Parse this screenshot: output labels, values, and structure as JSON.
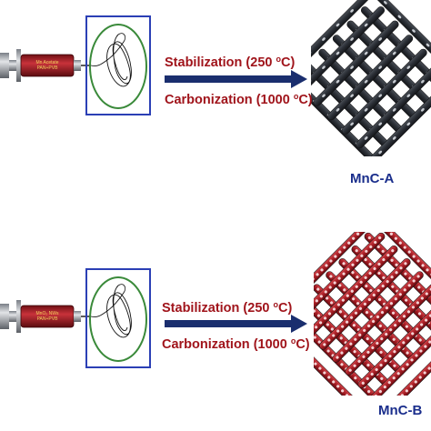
{
  "colors": {
    "step_text": "#a0141b",
    "arrow": "#1a2e6e",
    "product_text": "#1a2e8c",
    "frame": "#2b3fb5",
    "spinner_circle": "#3a8a3a",
    "syringe_body": "#b3262b",
    "carbon_a": "#2d3138",
    "carbon_b": "#b3232a"
  },
  "rows": [
    {
      "id": "A",
      "syringe_label_line1": "Mn Acetate",
      "syringe_label_line2": "PAN+PVB",
      "stabilization": {
        "text": "Stabilization (250 ",
        "sup": "o",
        "unit": "C)"
      },
      "carbonization": {
        "text": "Carbonization (1000 ",
        "sup": "o",
        "unit": "C)"
      },
      "product": "MnC-A"
    },
    {
      "id": "B",
      "syringe_label_line1": "MnO₂ NWs",
      "syringe_label_line2": "PAN+PVB",
      "stabilization": {
        "text": "Stabilization (250 ",
        "sup": "o",
        "unit": "C)"
      },
      "carbonization": {
        "text": "Carbonization (1000 ",
        "sup": "o",
        "unit": "C)"
      },
      "product": "MnC-B"
    }
  ]
}
